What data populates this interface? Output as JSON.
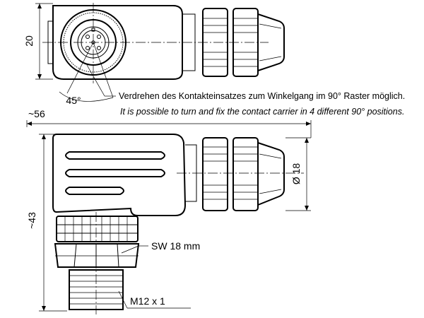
{
  "top_view": {
    "dim_height": "20",
    "dim_angle": "45°"
  },
  "notes": {
    "german": "Verdrehen des Kontakteinsatzes zum Winkelgang im 90° Raster möglich.",
    "english": "It is possible to turn and fix the contact carrier in 4 different 90° positions."
  },
  "side_view": {
    "dim_length": "~56",
    "dim_height": "~43",
    "dim_diameter": "Ø 18",
    "wrench_size": "SW 18 mm",
    "thread": "M12 x 1"
  }
}
